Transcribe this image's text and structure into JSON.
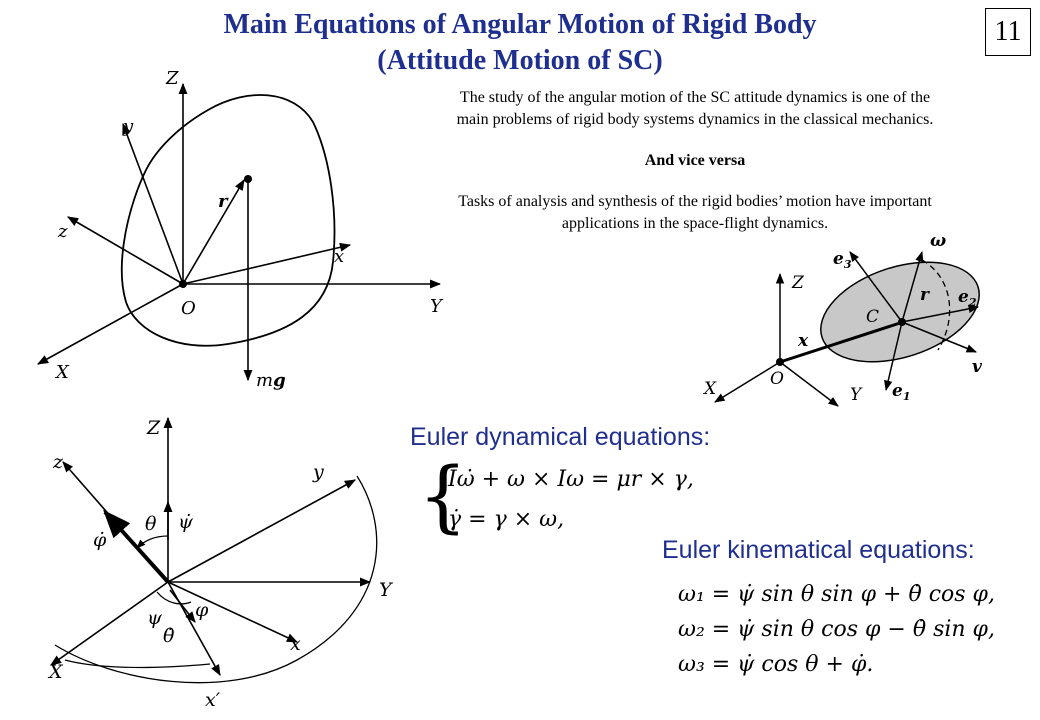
{
  "slide": {
    "number": "11",
    "title_line1": "Main Equations of Angular Motion of Rigid Body",
    "title_line2": "(Attitude Motion of SC)"
  },
  "text": {
    "intro_line1": "The study of the angular motion of the SC attitude dynamics is one of the",
    "intro_line2": "main problems of rigid body systems dynamics in the classical mechanics.",
    "vice_versa": "And vice versa",
    "tasks_line1": "Tasks of analysis and synthesis of the rigid bodies’ motion have important",
    "tasks_line2": "applications in the space-flight dynamics."
  },
  "dynamics": {
    "heading": "Euler dynamical equations:",
    "eq1": "Iω̇ + ω × Iω = μr × γ,",
    "eq2": "γ̇ = γ × ω,"
  },
  "kinematics": {
    "heading": "Euler kinematical equations:",
    "eq1": "ω₁ = ψ̇ sin θ sin φ + θ̇ cos φ,",
    "eq2": "ω₂ = ψ̇ sin θ cos φ − θ̇ sin φ,",
    "eq3": "ω₃ = ψ̇ cos θ + φ̇."
  },
  "fig_body": {
    "Z": "Z",
    "y": "y",
    "z": "z",
    "x": "x",
    "X": "X",
    "Y": "Y",
    "O": "O",
    "r": "r",
    "mg_m": "m",
    "mg_g": "g"
  },
  "fig_sc": {
    "omega": "ω",
    "e3": "e",
    "e3_sub": "3",
    "Z": "Z",
    "r": "r",
    "e2": "e",
    "e2_sub": "2",
    "C": "C",
    "x": "x",
    "O": "O",
    "X": "X",
    "Y": "Y",
    "e1": "e",
    "e1_sub": "1",
    "v": "v"
  },
  "fig_euler": {
    "Z": "Z",
    "z": "z",
    "y": "y",
    "phi_dot": "φ̇",
    "theta": "θ",
    "psi_dot": "ψ̇",
    "Y": "Y",
    "psi": "ψ",
    "phi": "φ",
    "theta_dot": "θ̇",
    "x": "x",
    "X": "X",
    "x_prime": "x′"
  }
}
